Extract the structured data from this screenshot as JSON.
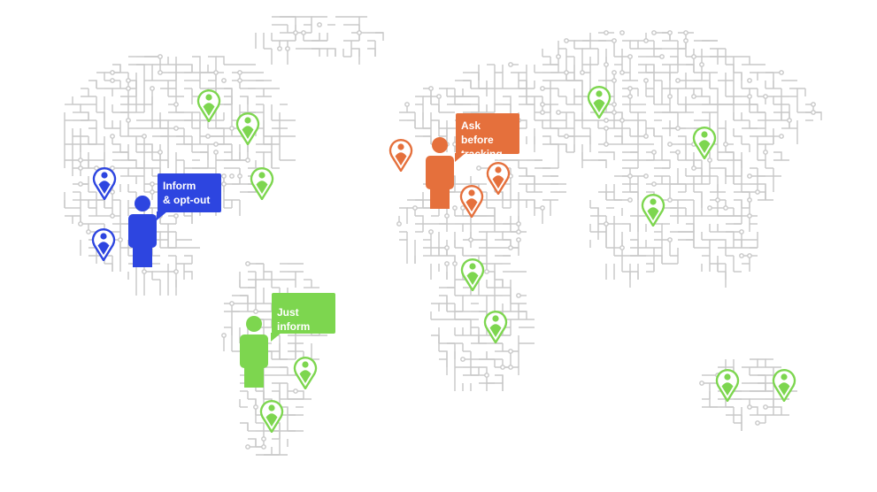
{
  "colors": {
    "blue": "#2d45e0",
    "orange": "#e5703c",
    "green": "#7dd64f",
    "circuit": "#c8c8c8"
  },
  "legend": {
    "blue": {
      "line1": "Inform",
      "line2": "& opt-out"
    },
    "orange": {
      "line1": "Ask before",
      "line2": "tracking"
    },
    "green": {
      "line1": "Just inform"
    }
  },
  "icons": {
    "pin": "map-pin-person-icon",
    "figure": "person-icon"
  }
}
